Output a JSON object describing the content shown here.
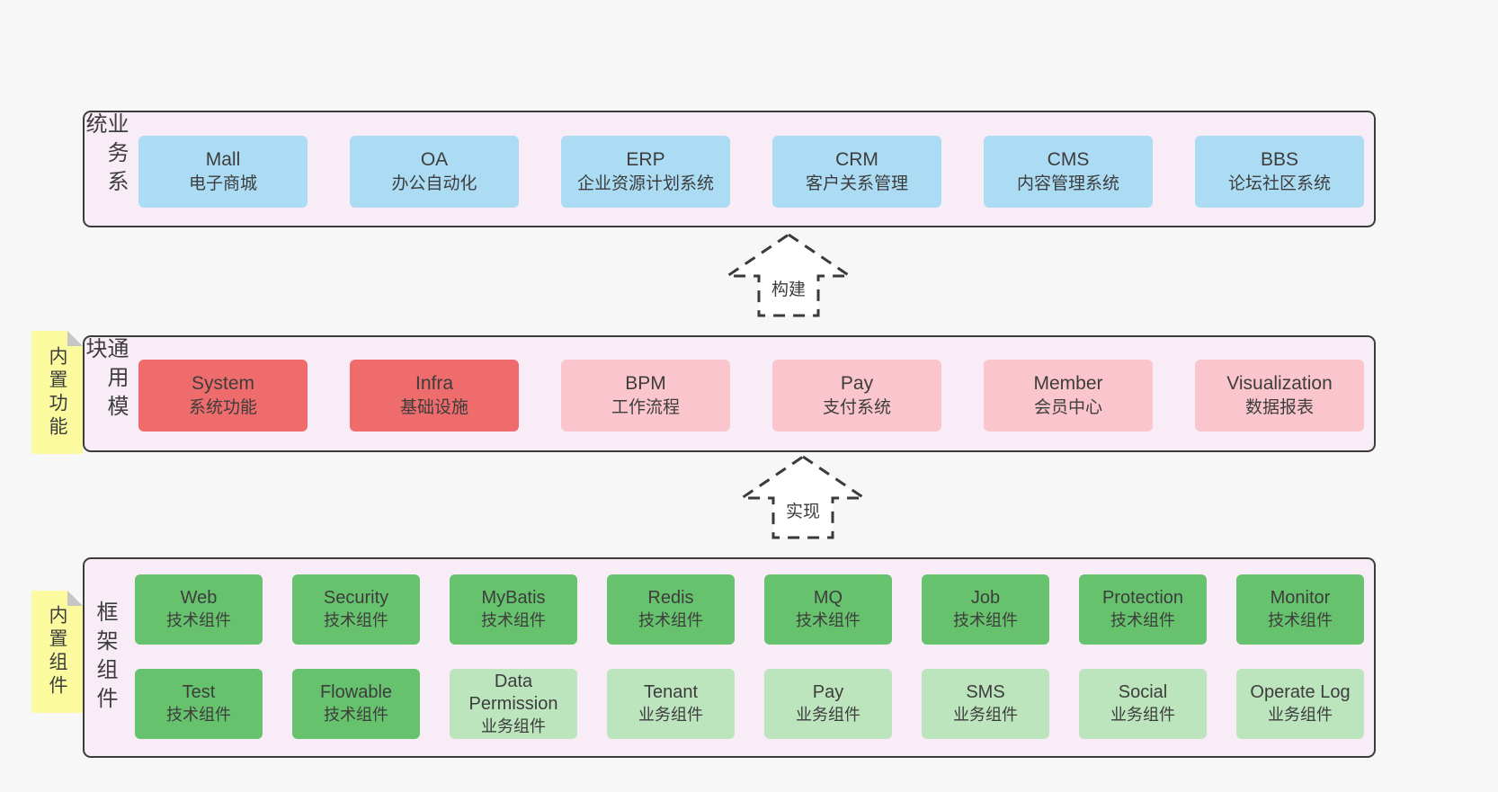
{
  "colors": {
    "page_bg": "#f7f7f7",
    "band_bg": "#f8edf6",
    "band_border": "#3c3c3c",
    "blue": "#abdcf4",
    "red": "#ee6c6c",
    "pink": "#fac5cd",
    "green": "#67c26d",
    "lightgreen": "#bce4bd",
    "sticky_yellow": "#fbfa9e",
    "sticky_fold": "#c6c6c6",
    "text": "#3d3d3d"
  },
  "arrows": [
    {
      "label": "构建"
    },
    {
      "label": "实现"
    }
  ],
  "bands": [
    {
      "label": "业务系统",
      "rows": [
        [
          {
            "title": "Mall",
            "subtitle": "电子商城",
            "variant": "blue"
          },
          {
            "title": "OA",
            "subtitle": "办公自动化",
            "variant": "blue"
          },
          {
            "title": "ERP",
            "subtitle": "企业资源计划系统",
            "variant": "blue"
          },
          {
            "title": "CRM",
            "subtitle": "客户关系管理",
            "variant": "blue"
          },
          {
            "title": "CMS",
            "subtitle": "内容管理系统",
            "variant": "blue"
          },
          {
            "title": "BBS",
            "subtitle": "论坛社区系统",
            "variant": "blue"
          }
        ]
      ]
    },
    {
      "label": "通用模块",
      "sticky": "内置功能",
      "rows": [
        [
          {
            "title": "System",
            "subtitle": "系统功能",
            "variant": "red"
          },
          {
            "title": "Infra",
            "subtitle": "基础设施",
            "variant": "red"
          },
          {
            "title": "BPM",
            "subtitle": "工作流程",
            "variant": "pink"
          },
          {
            "title": "Pay",
            "subtitle": "支付系统",
            "variant": "pink"
          },
          {
            "title": "Member",
            "subtitle": "会员中心",
            "variant": "pink"
          },
          {
            "title": "Visualization",
            "subtitle": "数据报表",
            "variant": "pink"
          }
        ]
      ]
    },
    {
      "label": "框架组件",
      "sticky": "内置组件",
      "rows": [
        [
          {
            "title": "Web",
            "subtitle": "技术组件",
            "variant": "green"
          },
          {
            "title": "Security",
            "subtitle": "技术组件",
            "variant": "green"
          },
          {
            "title": "MyBatis",
            "subtitle": "技术组件",
            "variant": "green"
          },
          {
            "title": "Redis",
            "subtitle": "技术组件",
            "variant": "green"
          },
          {
            "title": "MQ",
            "subtitle": "技术组件",
            "variant": "green"
          },
          {
            "title": "Job",
            "subtitle": "技术组件",
            "variant": "green"
          },
          {
            "title": "Protection",
            "subtitle": "技术组件",
            "variant": "green"
          },
          {
            "title": "Monitor",
            "subtitle": "技术组件",
            "variant": "green"
          }
        ],
        [
          {
            "title": "Test",
            "subtitle": "技术组件",
            "variant": "green"
          },
          {
            "title": "Flowable",
            "subtitle": "技术组件",
            "variant": "green"
          },
          {
            "title": "Data Permission",
            "subtitle": "业务组件",
            "variant": "lightgreen"
          },
          {
            "title": "Tenant",
            "subtitle": "业务组件",
            "variant": "lightgreen"
          },
          {
            "title": "Pay",
            "subtitle": "业务组件",
            "variant": "lightgreen"
          },
          {
            "title": "SMS",
            "subtitle": "业务组件",
            "variant": "lightgreen"
          },
          {
            "title": "Social",
            "subtitle": "业务组件",
            "variant": "lightgreen"
          },
          {
            "title": "Operate Log",
            "subtitle": "业务组件",
            "variant": "lightgreen"
          }
        ]
      ]
    }
  ]
}
